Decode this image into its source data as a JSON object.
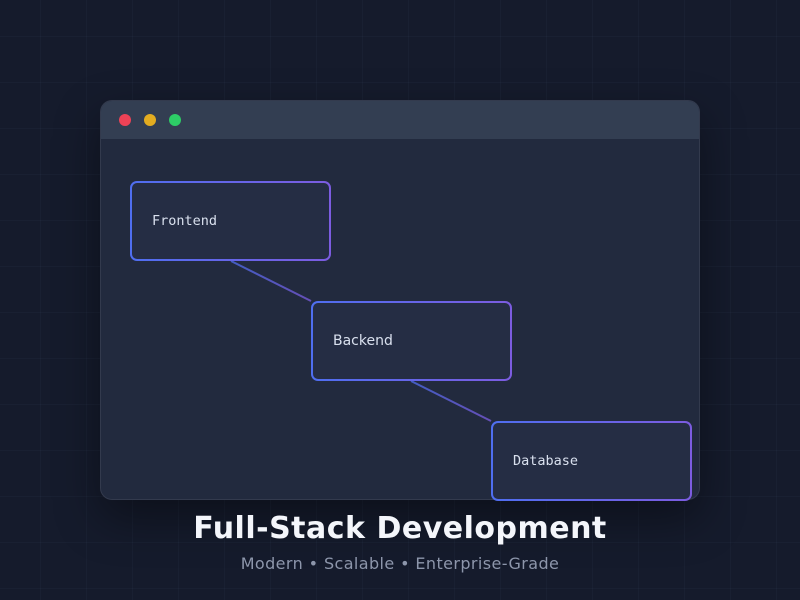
{
  "window": {
    "controls": [
      {
        "name": "close",
        "icon": "close-circle-icon"
      },
      {
        "name": "minimize",
        "icon": "minimize-circle-icon"
      },
      {
        "name": "maximize",
        "icon": "maximize-circle-icon"
      }
    ],
    "diagram": {
      "nodes": [
        {
          "id": "frontend",
          "label": "Frontend"
        },
        {
          "id": "backend",
          "label": "Backend"
        },
        {
          "id": "database",
          "label": "Database"
        }
      ],
      "connections": [
        {
          "from": "frontend",
          "to": "backend"
        },
        {
          "from": "backend",
          "to": "database"
        }
      ]
    }
  },
  "footer": {
    "title": "Full-Stack Development",
    "subtitle": "Modern • Scalable • Enterprise-Grade"
  },
  "colors": {
    "page_bg": "#151b2c",
    "window_bg": "#222a3e",
    "titlebar_bg": "#333e52",
    "node_bg": "#252d44",
    "accent_blue": "#4f6ef0",
    "accent_purple": "#7c5ce0",
    "traffic_red": "#ed4256",
    "traffic_yellow": "#e3ac20",
    "traffic_green": "#2dcc66",
    "title_color": "#f4f6fb",
    "subtitle_color": "#8d96ab",
    "label_color": "#d9e0ee"
  }
}
